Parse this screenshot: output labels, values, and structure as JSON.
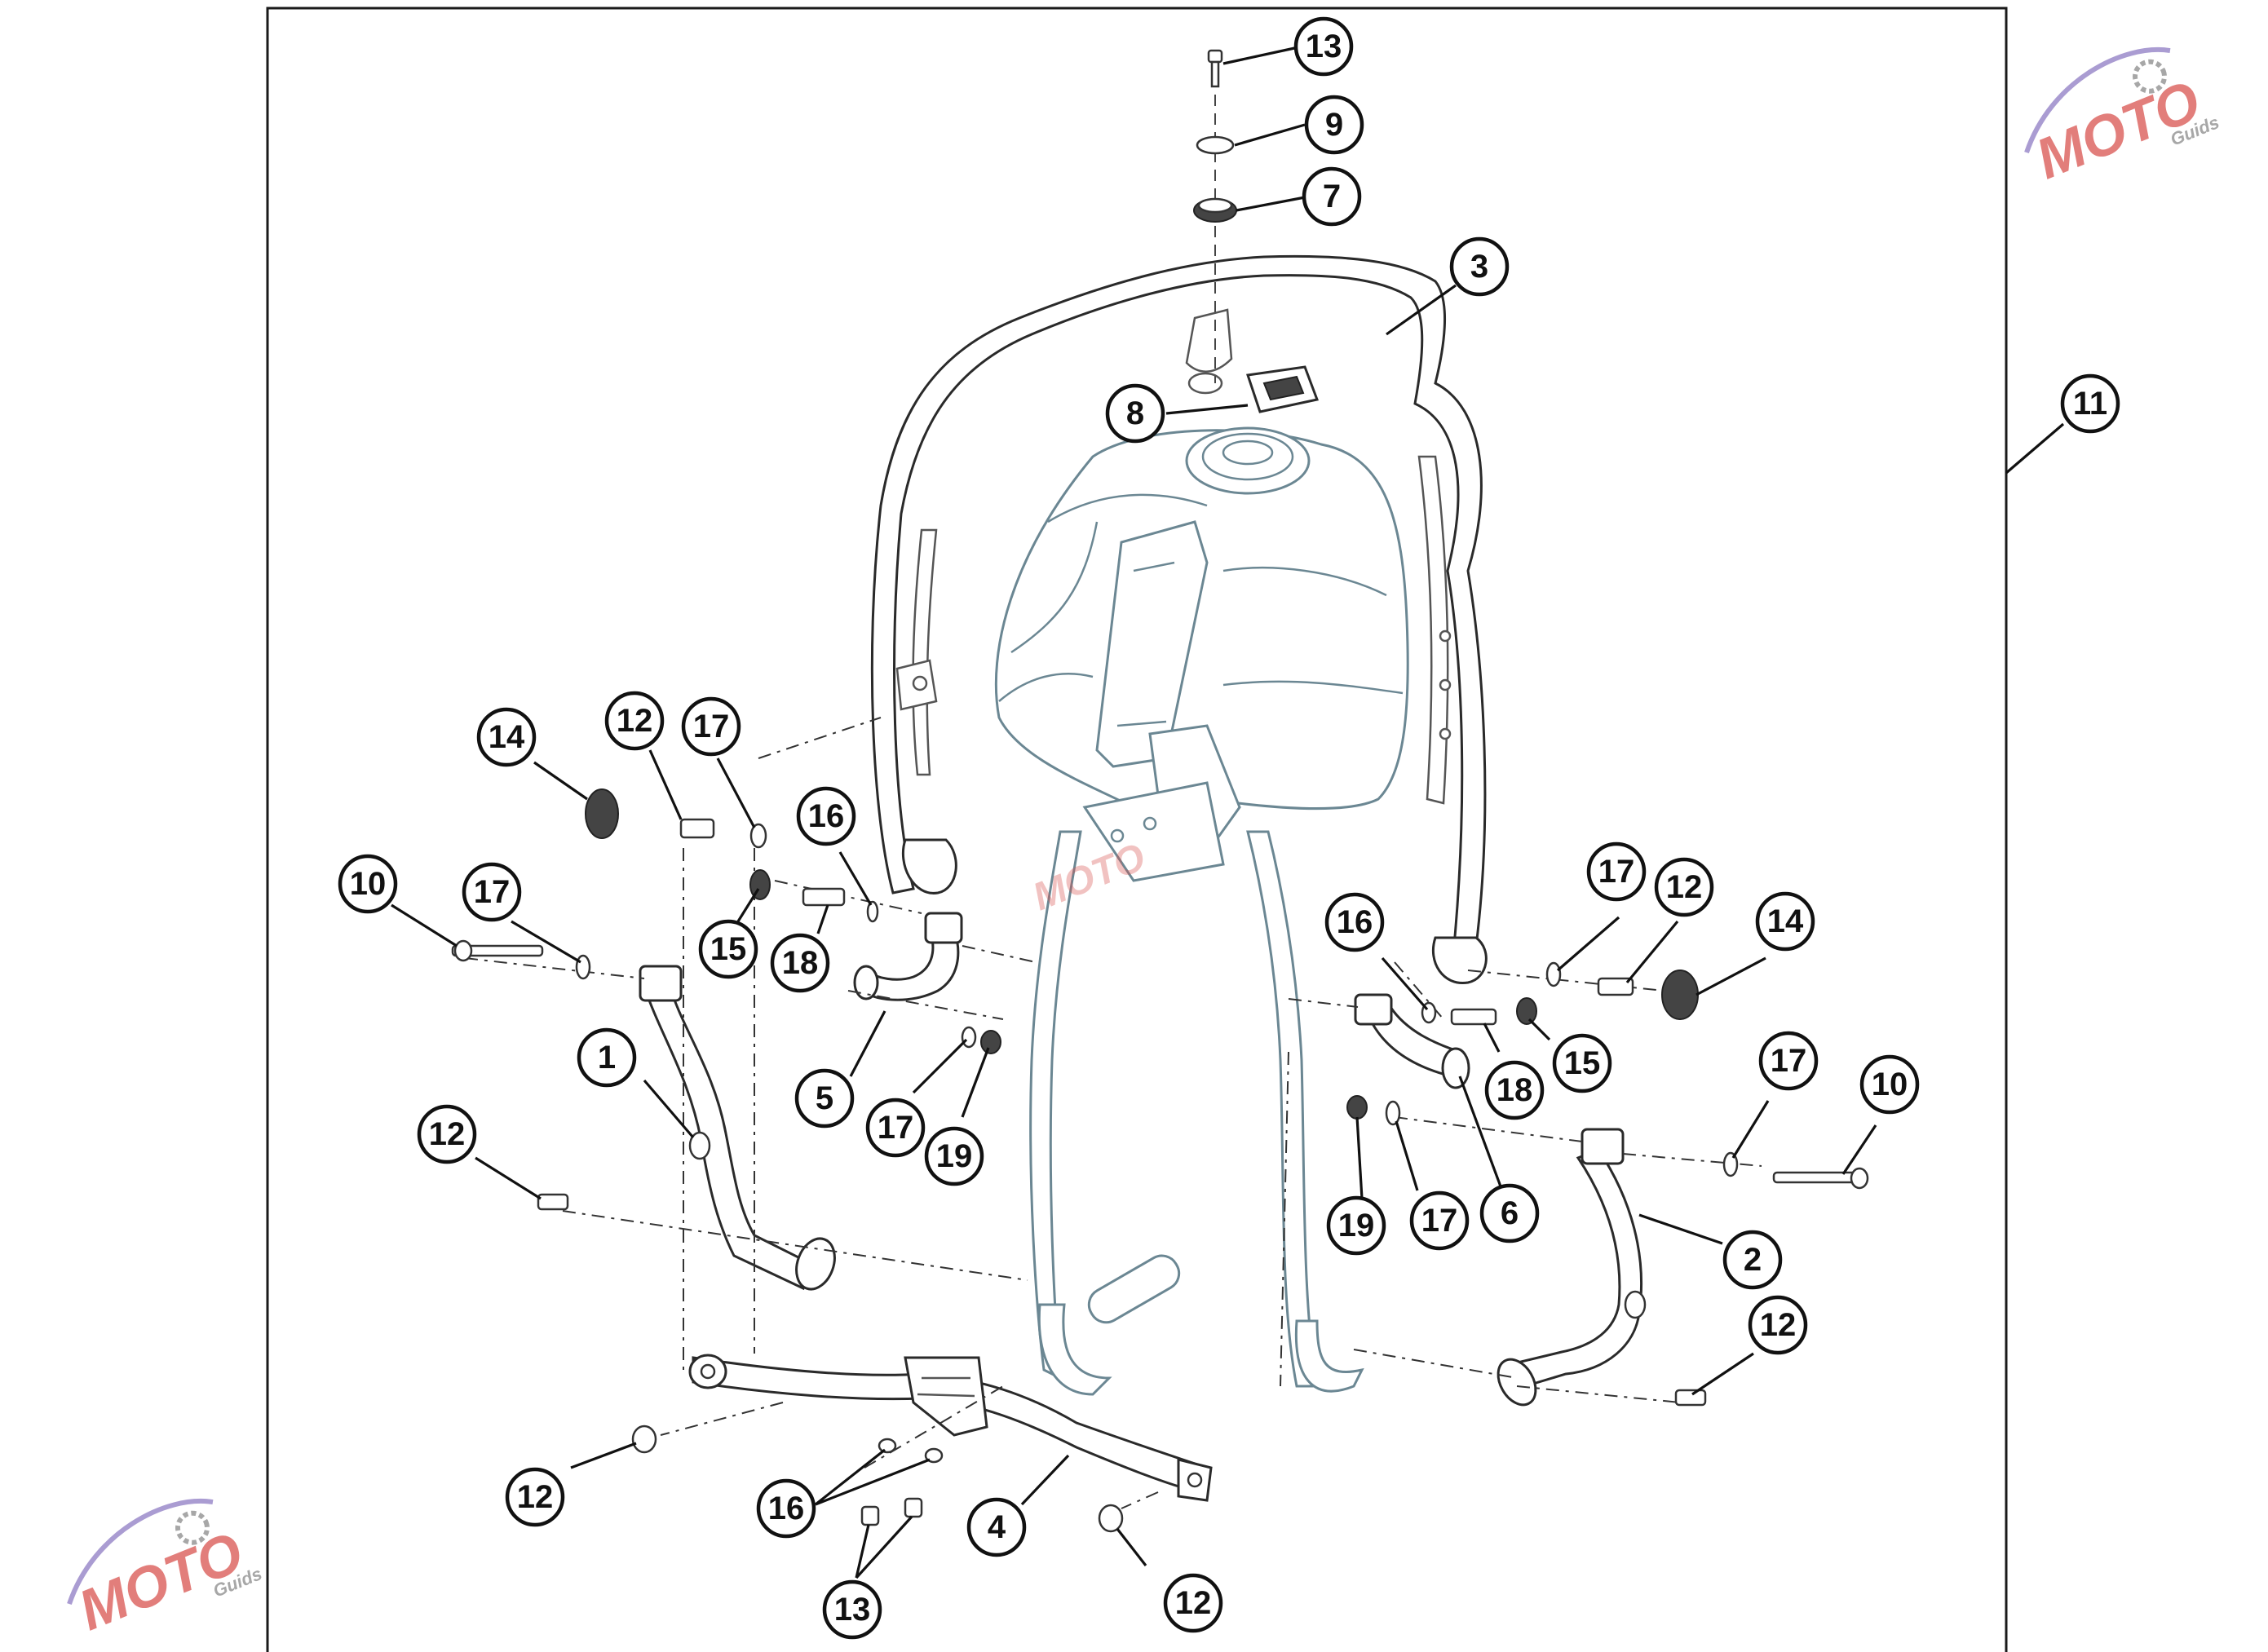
{
  "diagram": {
    "type": "exploded-parts-diagram",
    "callouts": [
      {
        "id": "c13-top",
        "label": "13"
      },
      {
        "id": "c9",
        "label": "9"
      },
      {
        "id": "c7",
        "label": "7"
      },
      {
        "id": "c3",
        "label": "3"
      },
      {
        "id": "c8",
        "label": "8"
      },
      {
        "id": "c11",
        "label": "11"
      },
      {
        "id": "c14-left",
        "label": "14"
      },
      {
        "id": "c12-left-upper",
        "label": "12"
      },
      {
        "id": "c17-left-upper",
        "label": "17"
      },
      {
        "id": "c16-left",
        "label": "16"
      },
      {
        "id": "c10-left",
        "label": "10"
      },
      {
        "id": "c17-left-mid",
        "label": "17"
      },
      {
        "id": "c15-left",
        "label": "15"
      },
      {
        "id": "c18-left",
        "label": "18"
      },
      {
        "id": "c1",
        "label": "1"
      },
      {
        "id": "c5",
        "label": "5"
      },
      {
        "id": "c17-left-lower",
        "label": "17"
      },
      {
        "id": "c19-left",
        "label": "19"
      },
      {
        "id": "c12-left-mid",
        "label": "12"
      },
      {
        "id": "c17-right-upper",
        "label": "17"
      },
      {
        "id": "c12-right-upper",
        "label": "12"
      },
      {
        "id": "c14-right",
        "label": "14"
      },
      {
        "id": "c16-right",
        "label": "16"
      },
      {
        "id": "c15-right",
        "label": "15"
      },
      {
        "id": "c18-right",
        "label": "18"
      },
      {
        "id": "c17-right-mid",
        "label": "17"
      },
      {
        "id": "c10-right",
        "label": "10"
      },
      {
        "id": "c19-right",
        "label": "19"
      },
      {
        "id": "c17-right-lower",
        "label": "17"
      },
      {
        "id": "c6",
        "label": "6"
      },
      {
        "id": "c2",
        "label": "2"
      },
      {
        "id": "c12-right-lower",
        "label": "12"
      },
      {
        "id": "c12-bottom-left",
        "label": "12"
      },
      {
        "id": "c16-bottom",
        "label": "16"
      },
      {
        "id": "c4",
        "label": "4"
      },
      {
        "id": "c13-bottom",
        "label": "13"
      },
      {
        "id": "c12-bottom-right",
        "label": "12"
      }
    ]
  },
  "watermark": {
    "brand_text": "MOTO",
    "sub_text": "Guids",
    "colors": {
      "primary": "#d9534f",
      "secondary": "#8e7cc3",
      "gray": "#8a8a8a"
    }
  },
  "colors": {
    "line": "#2a2a2a",
    "tank": "#6b8793",
    "background": "#ffffff"
  }
}
